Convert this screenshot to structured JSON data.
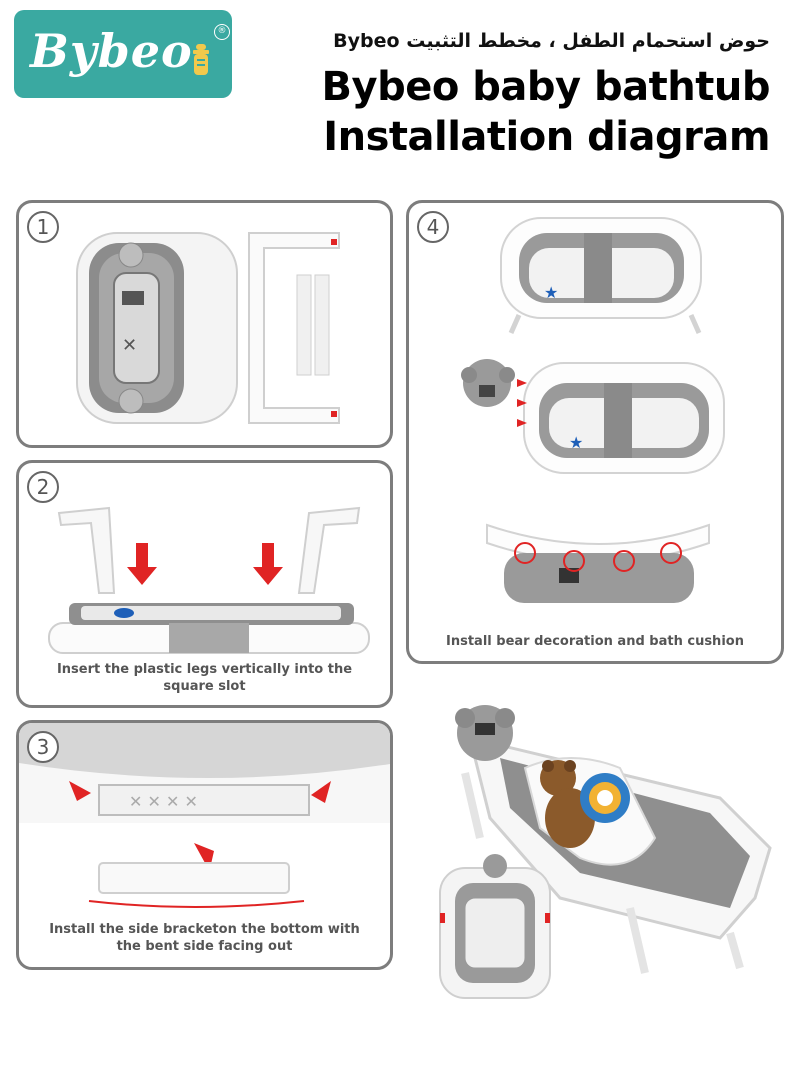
{
  "brand": {
    "name": "Bybeo",
    "registered_mark": "®"
  },
  "header": {
    "arabic_title": "حوض استحمام الطفل ، مخطط التثبيت Bybeo",
    "title_line1": "Bybeo baby bathtub",
    "title_line2": "Installation diagram"
  },
  "steps": [
    {
      "number": "1",
      "caption": ""
    },
    {
      "number": "2",
      "caption": "Insert the plastic legs vertically into the square slot"
    },
    {
      "number": "3",
      "caption": "Install the side bracketon the bottom with the bent side facing out"
    },
    {
      "number": "4",
      "caption": "Install bear decoration and bath cushion"
    }
  ],
  "colors": {
    "brand_teal": "#3aa9a1",
    "panel_border": "#7d7d7d",
    "tub_gray": "#9a9a9a",
    "arrow_red": "#e02424",
    "star_blue": "#1e5fb8"
  }
}
